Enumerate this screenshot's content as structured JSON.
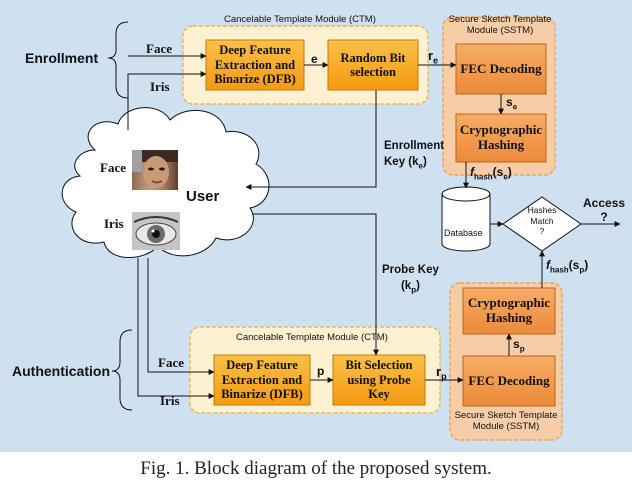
{
  "enrollment": {
    "label": "Enrollment",
    "face_label": "Face",
    "iris_label": "Iris",
    "ctm_title": "Cancelable Template Module (CTM)",
    "dfb_line1": "Deep Feature",
    "dfb_line2": "Extraction and",
    "dfb_line3": "Binarize (DFB)",
    "e_label": "e",
    "rbs_line1": "Random Bit",
    "rbs_line2": "selection",
    "re_label": "r",
    "re_sub": "e",
    "key_line1": "Enrollment",
    "key_line2": "Key (k",
    "key_sub": "e",
    "key_end": ")"
  },
  "sstm_top": {
    "title_line1": "Secure Sketch Template",
    "title_line2": "Module (SSTM)",
    "fec_label": "FEC Decoding",
    "se_label": "s",
    "se_sub": "e",
    "hash_line1": "Cryptographic",
    "hash_line2": "Hashing",
    "fhash_label": "f",
    "fhash_mid": "hash",
    "fhash_arg": "(s",
    "fhash_sub": "e",
    "fhash_end": ")"
  },
  "user": {
    "label": "User",
    "face_label": "Face",
    "iris_label": "Iris"
  },
  "database": {
    "label": "Database"
  },
  "decision": {
    "line1": "Hashes",
    "line2": "Match",
    "line3": "?",
    "access_line1": "Access",
    "access_line2": "?"
  },
  "probe_key": {
    "line1": "Probe Key",
    "line2": "(k",
    "sub": "p",
    "end": ")"
  },
  "authentication": {
    "label": "Authentication",
    "face_label": "Face",
    "iris_label": "Iris",
    "ctm_title": "Cancelable Template Module (CTM)",
    "dfb_line1": "Deep Feature",
    "dfb_line2": "Extraction and",
    "dfb_line3": "Binarize (DFB)",
    "p_label": "p",
    "bs_line1": "Bit Selection",
    "bs_line2": "using Probe",
    "bs_line3": "Key",
    "rp_label": "r",
    "rp_sub": "p"
  },
  "sstm_bottom": {
    "title_line1": "Secure Sketch Template",
    "title_line2": "Module (SSTM)",
    "fec_label": "FEC Decoding",
    "sp_label": "s",
    "sp_sub": "p",
    "hash_line1": "Cryptographic",
    "hash_line2": "Hashing",
    "fhash_label": "f",
    "fhash_mid": "hash",
    "fhash_arg": "(s",
    "fhash_sub": "p",
    "fhash_end": ")"
  },
  "caption": "Fig. 1.    Block diagram of the proposed system.",
  "colors": {
    "background": "#cfe0f1",
    "module_fill": "#fdf1d2",
    "module_stroke": "#f0b64a",
    "sstm_fill": "#f6cda6",
    "sstm_stroke": "#f0a44d",
    "box_fill": "#f8a920",
    "box_stroke": "#c07a10",
    "sstm_box_fill": "#f19a4c"
  }
}
